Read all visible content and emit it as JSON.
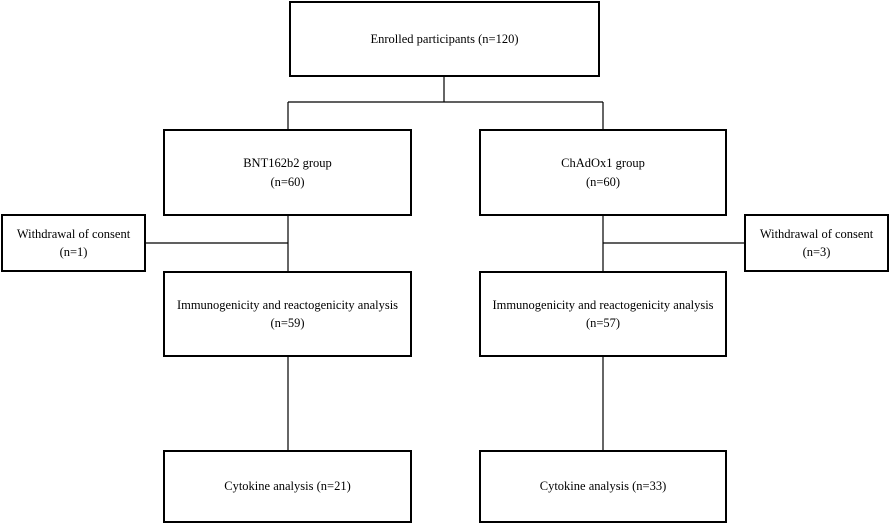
{
  "flowchart": {
    "enrolled": {
      "label": "Enrolled participants (n=120)"
    },
    "bnt_group": {
      "label": "BNT162b2  group",
      "count": "(n=60)"
    },
    "chadox_group": {
      "label": "ChAdOx1  group",
      "count": "(n=60)"
    },
    "withdrawal_left": {
      "label": "Withdrawal of consent",
      "count": "(n=1)"
    },
    "withdrawal_right": {
      "label": "Withdrawal of consent",
      "count": "(n=3)"
    },
    "bnt_analysis": {
      "label": "Immunogenicity  and reactogenicity analysis",
      "count": "(n=59)"
    },
    "chadox_analysis": {
      "label": "Immunogenicity  and reactogenicity analysis",
      "count": "(n=57)"
    },
    "bnt_cytokine": {
      "label": "Cytokine analysis (n=21)"
    },
    "chadox_cytokine": {
      "label": "Cytokine analysis (n=33)"
    }
  }
}
